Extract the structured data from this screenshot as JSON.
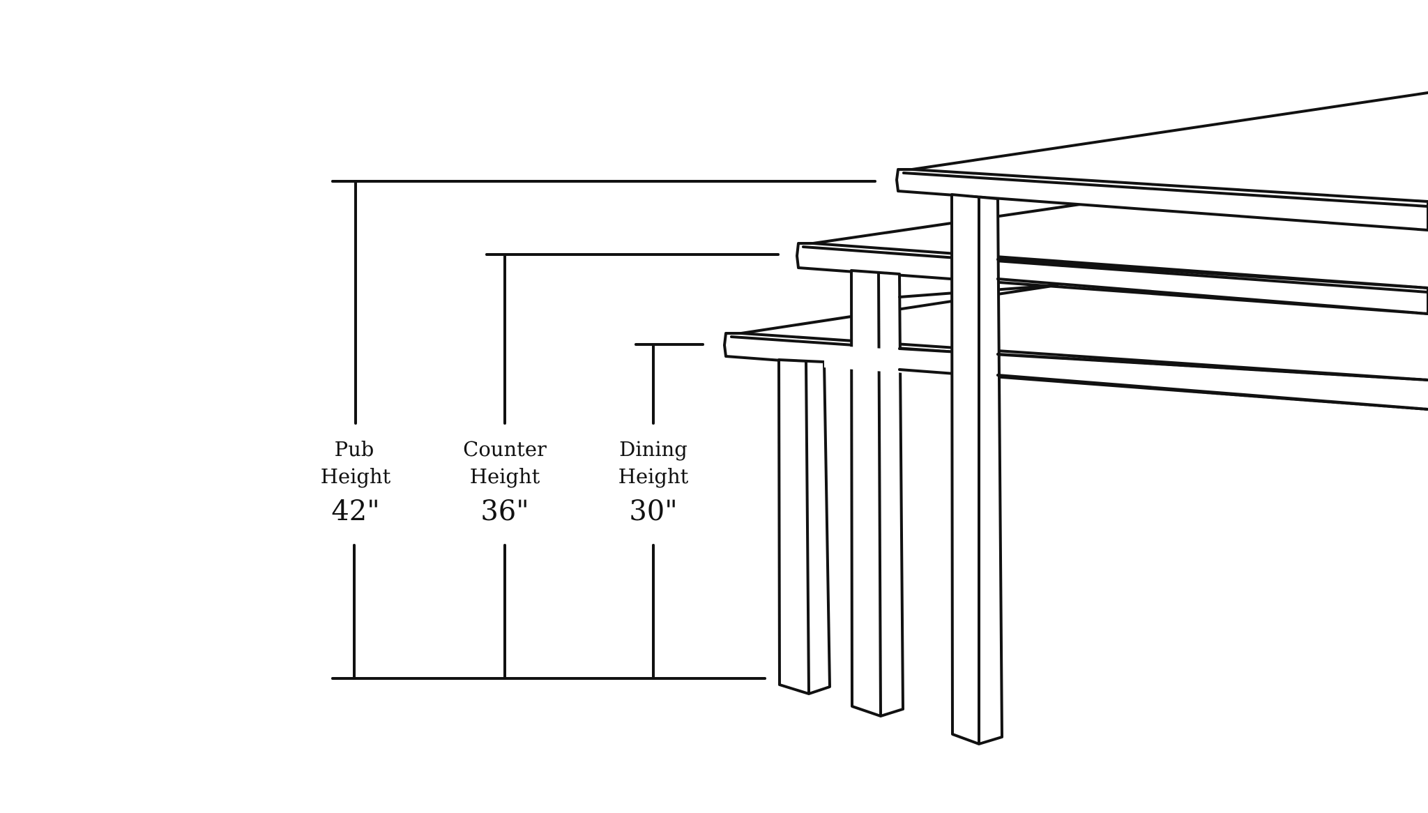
{
  "measurements": [
    {
      "line1": "Pub",
      "line2": "Height",
      "value": "42\""
    },
    {
      "line1": "Counter",
      "line2": "Height",
      "value": "36\""
    },
    {
      "line1": "Dining",
      "line2": "Height",
      "value": "30\""
    }
  ],
  "colors": {
    "background": "#ffffff",
    "line": "#111111"
  }
}
